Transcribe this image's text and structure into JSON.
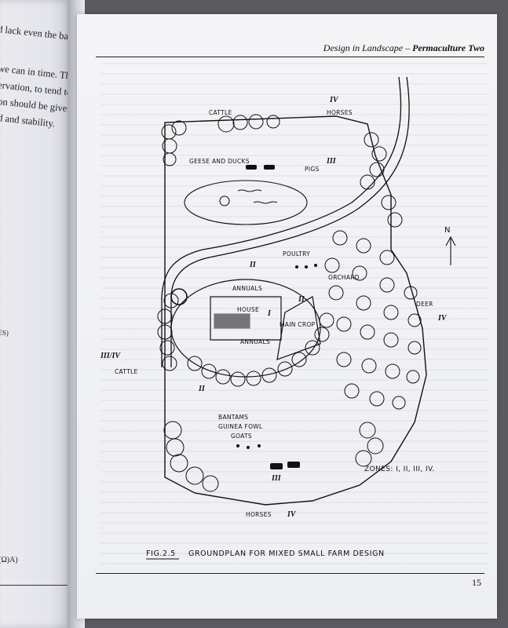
{
  "left_page": {
    "lines": [
      "d lack even the basic",
      "we can in time. This is",
      "ervation, to tend to the",
      "on should be given to",
      "d and stability."
    ],
    "margin_fragments": [
      "ES)",
      "(Ω)A)"
    ]
  },
  "right_page": {
    "header_title": "Design in Landscape – ",
    "header_subtitle": "Permaculture Two",
    "page_number": "15",
    "figure": {
      "number": "FIG.2.5",
      "caption": "GROUNDPLAN FOR MIXED SMALL FARM DESIGN",
      "zones_legend": "ZONES: I, II, III, IV.",
      "labels": {
        "cattle_top": "CATTLE",
        "horses_top": "HORSES",
        "geese_and_ducks": "GEESE AND DUCKS",
        "pigs": "PIGS",
        "poultry": "POULTRY",
        "orchard": "ORCHARD",
        "annuals_top": "ANNUALS",
        "house": "HOUSE",
        "annuals_bottom": "ANNUALS",
        "main_crop": "MAIN CROP",
        "deer": "DEER",
        "cattle_left": "CATTLE",
        "bantams": "BANTAMS",
        "guinea_fowl": "GUINEA FOWL",
        "goats": "GOATS",
        "horses_bottom": "HORSES",
        "north": "N"
      },
      "zone_marks": {
        "z4_top": "IV",
        "z3_pigs": "III",
        "z2_poultry": "II",
        "z1_house": "I",
        "z2_orchard": "II",
        "z4_deer": "IV",
        "z3_4_left": "III/IV",
        "z2_bottom": "II",
        "z3_bottom": "III",
        "z4_bottom": "IV"
      }
    }
  }
}
